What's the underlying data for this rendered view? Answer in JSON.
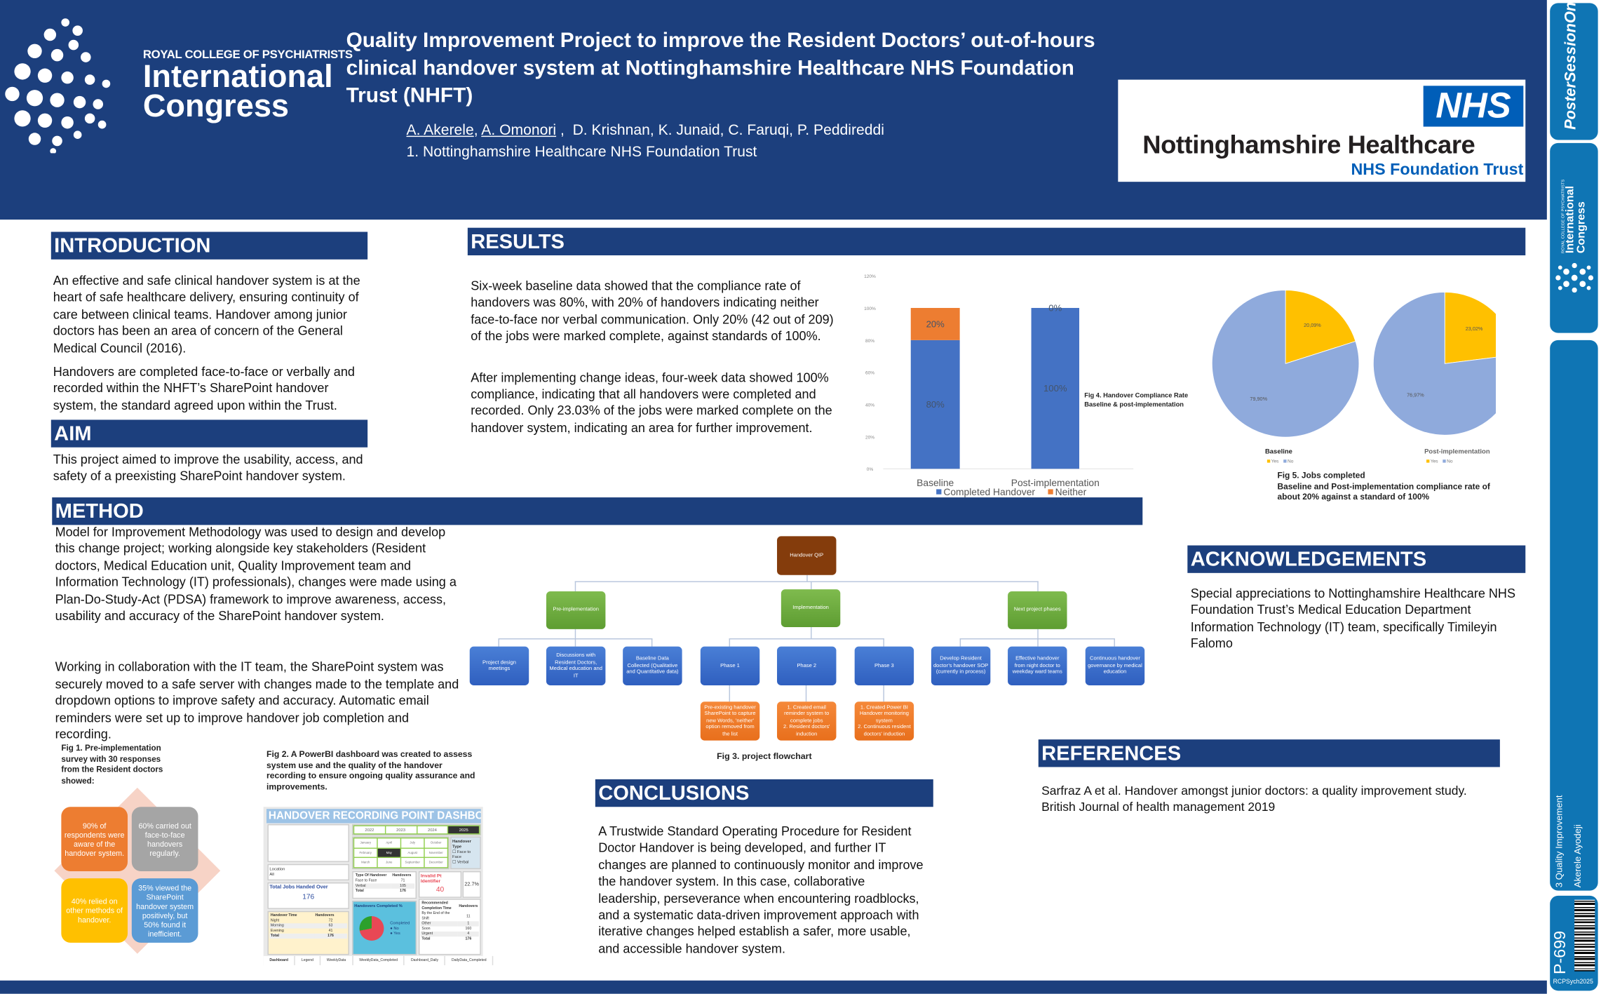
{
  "header": {
    "logo": {
      "org": "ROYAL COLLEGE OF PSYCHIATRISTS",
      "line1": "International",
      "line2": "Congress"
    },
    "title": "Quality Improvement Project to improve the Resident Doctors’ out-of-hours clinical handover system at Nottinghamshire Healthcare NHS Foundation Trust (NHFT)",
    "authors_underlined": [
      "A. Akerele",
      "A. Omonori"
    ],
    "authors_rest": "D. Krishnan, K. Junaid, C. Faruqi, P. Peddireddi",
    "affiliation": "1. Nottinghamshire Healthcare NHS Foundation Trust",
    "nhs_logo": {
      "mark": "NHS",
      "name": "Nottinghamshire Healthcare",
      "trust": "NHS Foundation Trust"
    }
  },
  "introduction": {
    "heading": "INTRODUCTION",
    "paragraphs": [
      "An effective and safe clinical handover system is at the heart of safe healthcare delivery, ensuring continuity of care between clinical teams. Handover among junior doctors has been an area of concern of the General Medical Council (2016).",
      "Handovers are completed face-to-face or verbally and recorded within the NHFT’s SharePoint handover system, the standard agreed upon within the Trust."
    ]
  },
  "aim": {
    "heading": "AIM",
    "text": "This project aimed to improve the usability, access, and safety of a preexisting SharePoint handover system."
  },
  "method": {
    "heading": "METHOD",
    "paragraphs": [
      "Model for Improvement Methodology was used to design and develop this change project; working alongside key stakeholders (Resident doctors, Medical Education unit, Quality Improvement team and Information Technology (IT) professionals), changes were made using a Plan-Do-Study-Act (PDSA) framework to improve awareness, access, usability and accuracy of the SharePoint handover system.",
      "Working in collaboration with the IT team, the SharePoint system was securely moved to a safe server with changes made to the template and dropdown options to improve safety and accuracy. Automatic email reminders were set up to improve handover job completion and recording."
    ]
  },
  "fig1": {
    "caption": "Fig 1. Pre-implementation survey with 30 responses from the Resident doctors showed:",
    "items": [
      "90% of respondents were aware of the handover system.",
      "60% carried out face-to-face handovers regularly.",
      "40% relied on other methods of handover.",
      "35% viewed the SharePoint handover system positively, but 50% found it inefficient."
    ]
  },
  "fig2": {
    "caption": "Fig 2. A PowerBI dashboard was created to assess system use and the quality of the handover recording to ensure ongoing quality assurance and improvements.",
    "dashboard": {
      "title": "HANDOVER RECORDING POINT DASHBOARD",
      "years": [
        "2022",
        "2023",
        "2024",
        "2025"
      ],
      "months": [
        "January",
        "April",
        "July",
        "October",
        "February",
        "May",
        "August",
        "November",
        "March",
        "June",
        "September",
        "December"
      ],
      "handover_type_label": "Handover Type",
      "handover_type_options": [
        "Face to Face",
        "Verbal"
      ],
      "location_label": "Location",
      "location_value": "All",
      "total_jobs_label": "Total Jobs Handed Over",
      "total_jobs_value": "176",
      "type_table": {
        "headers": [
          "Type Of Handover",
          "Handovers"
        ],
        "rows": [
          [
            "Face to Face",
            "71"
          ],
          [
            "Verbal",
            "105"
          ],
          [
            "Total",
            "176"
          ]
        ]
      },
      "invalid_label": "Invalid Pt Identifier",
      "invalid_value": "40",
      "invalid_pct": "22.7%",
      "time_table": {
        "headers": [
          "Handover Time",
          "Handovers"
        ],
        "rows": [
          [
            "Night",
            "72"
          ],
          [
            "Morning",
            "63"
          ],
          [
            "Evening",
            "41"
          ],
          [
            "Total",
            "176"
          ]
        ]
      },
      "completed_label": "Handovers Completed %",
      "completed_legend_title": "Completed",
      "completed_legend": [
        "No",
        "Yes"
      ],
      "rec_table": {
        "headers": [
          "Recommended Completion Time",
          "Handovers"
        ],
        "rows": [
          [
            "By the End of the Shift",
            "11"
          ],
          [
            "Other",
            "1"
          ],
          [
            "Soon",
            "160"
          ],
          [
            "Urgent",
            "4"
          ],
          [
            "Total",
            "176"
          ]
        ]
      },
      "tabs": [
        "Dashboard",
        "Legend",
        "WeeklyData",
        "WeeklyData_Completed",
        "Dashboard_Daily",
        "DailyData_Completed"
      ]
    }
  },
  "results": {
    "heading": "RESULTS",
    "paragraphs": [
      "Six-week baseline data showed that the compliance rate of handovers was 80%, with 20% of handovers indicating neither face-to-face nor verbal communication. Only 20% (42 out of 209) of the jobs were marked complete, against standards of 100%.",
      "After implementing change ideas, four-week data showed 100% compliance, indicating that all handovers were completed and recorded. Only 23.03% of the jobs were marked complete on the handover system, indicating an area for further improvement."
    ]
  },
  "chart_data": [
    {
      "type": "bar",
      "stacked": true,
      "title": "Fig 4. Handover Compliance Rate",
      "subtitle": "Baseline & post-implementation",
      "categories": [
        "Baseline",
        "Post-implementation"
      ],
      "series": [
        {
          "name": "Completed Handover",
          "color": "#4472c4",
          "values": [
            80,
            100
          ],
          "labels": [
            "80%",
            "100%"
          ]
        },
        {
          "name": "Neither",
          "color": "#ed7d31",
          "values": [
            20,
            0
          ],
          "labels": [
            "20%",
            "0%"
          ]
        }
      ],
      "ylim": [
        0,
        120
      ],
      "yticks": [
        "0%",
        "20%",
        "40%",
        "60%",
        "80%",
        "100%",
        "120%"
      ],
      "ytick_values": [
        0,
        20,
        40,
        60,
        80,
        100,
        120
      ],
      "legend": "bottom"
    },
    {
      "type": "pie",
      "title": "Fig 5. Jobs completed",
      "subtitle": "Baseline and Post-implementation compliance rate of about 20% against a standard of 100%",
      "pies": [
        {
          "name": "Baseline",
          "slices": [
            {
              "label": "Yes",
              "value": 20.09,
              "text": "20,09%",
              "color": "#ffc000"
            },
            {
              "label": "No",
              "value": 79.9,
              "text": "79,90%",
              "color": "#8faadc"
            }
          ]
        },
        {
          "name": "Post-implementation",
          "slices": [
            {
              "label": "Yes",
              "value": 23.02,
              "text": "23,02%",
              "color": "#ffc000"
            },
            {
              "label": "No",
              "value": 76.97,
              "text": "76,97%",
              "color": "#8faadc"
            }
          ]
        }
      ],
      "legend": "bottom"
    }
  ],
  "flowchart": {
    "caption": "Fig 3. project flowchart",
    "root": "Handover  QIP",
    "phases": [
      "Pre-implementation",
      "Implementation",
      "Next project phases"
    ],
    "children": [
      "Project design meetings",
      "Discussions with Resident  Doctors, Medical education and IT",
      "Baseline Data Collected (Qualitative and Quantitative data)",
      "Phase 1",
      "Phase 2",
      "Phase 3",
      "Develop Resident doctor’s handover SOP (currently in process)",
      "Effective handover from night doctor to weekday ward teams",
      "Continuous handover governance by medical education"
    ],
    "details": [
      "Pre-existing handover SharePoint to capture new Words, 'neither' option removed from the list",
      "1. Created email reminder system to complete jobs\n2. Resident doctors' induction",
      "1. Created Power BI Handover monitoring system\n2. Continuous resident doctors' induction"
    ]
  },
  "conclusions": {
    "heading": "CONCLUSIONS",
    "text": "A Trustwide Standard Operating Procedure for Resident Doctor Handover is being developed, and further IT changes are planned to continuously monitor and improve the handover system. In this case, collaborative leadership, perseverance when encountering roadblocks, and a systematic data-driven improvement approach with iterative changes helped establish a safer, more usable, and accessible handover system."
  },
  "acknowledgements": {
    "heading": "ACKNOWLEDGEMENTS",
    "text": "Special appreciations to Nottinghamshire Healthcare NHS Foundation Trust’s Medical Education Department Information Technology (IT) team, specifically Timileyin Falomo"
  },
  "references": {
    "heading": "REFERENCES",
    "text": "Sarfraz A et al. Handover amongst junior doctors: a quality improvement study. British Journal of health management 2019"
  },
  "sidebar": {
    "poster_session": "PosterSessionOnline",
    "congress_org": "ROYAL COLLEGE OF PSYCHIATRISTS",
    "congress_1": "International",
    "congress_2": "Congress",
    "category": "3 Quality Improvement",
    "author": "Akerele Ayodeji",
    "poster_id": "P-699",
    "event": "RCPSych2025"
  },
  "colors": {
    "navy": "#1c3f7d",
    "sidebar_blue": "#0f75b4",
    "nhs_blue": "#005eb8"
  }
}
